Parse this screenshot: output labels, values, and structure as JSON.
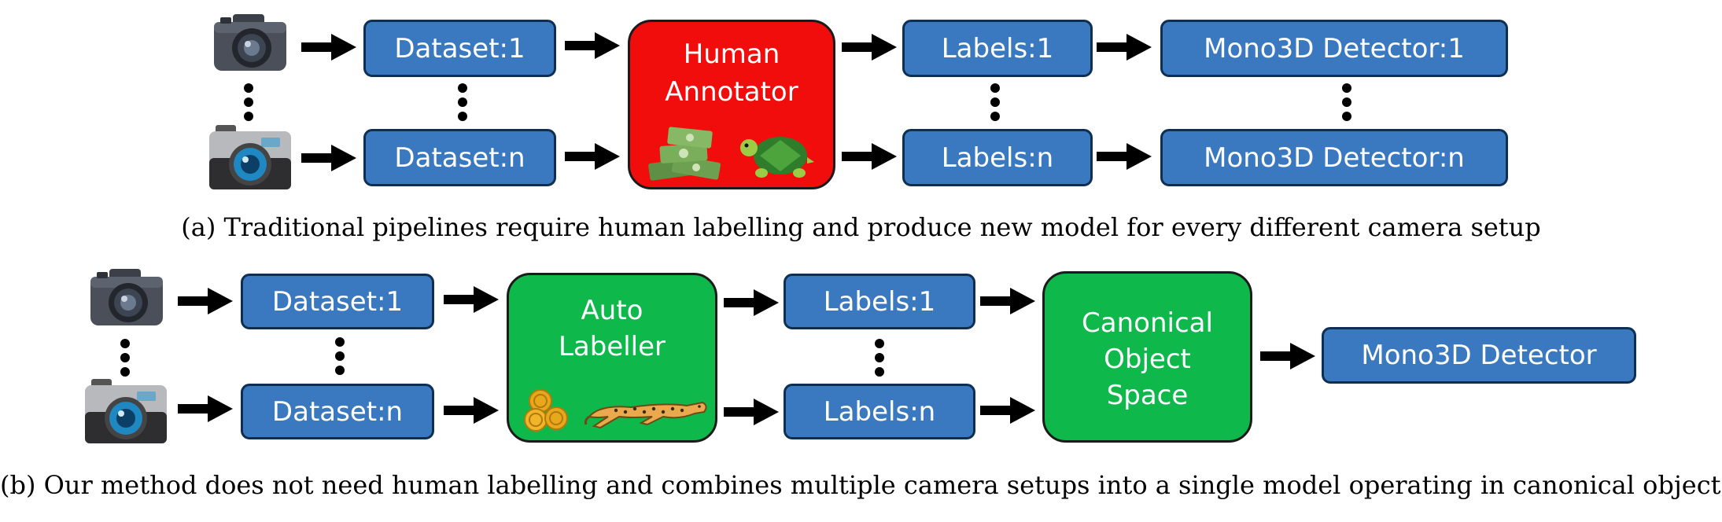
{
  "top_row": {
    "dataset_1": "Dataset:1",
    "dataset_n": "Dataset:n",
    "annotator_line1": "Human",
    "annotator_line2": "Annotator",
    "labels_1": "Labels:1",
    "labels_n": "Labels:n",
    "detector_1": "Mono3D Detector:1",
    "detector_n": "Mono3D Detector:n",
    "caption": "(a) Traditional pipelines require human labelling and produce new model for every different camera setup"
  },
  "bottom_row": {
    "dataset_1": "Dataset:1",
    "dataset_n": "Dataset:n",
    "labeller_line1": "Auto",
    "labeller_line2": "Labeller",
    "labels_1": "Labels:1",
    "labels_n": "Labels:n",
    "canonical_line1": "Canonical",
    "canonical_line2": "Object",
    "canonical_line3": "Space",
    "detector": "Mono3D Detector",
    "caption": "(b) Our method does not need human labelling and combines multiple camera setups into a single model operating in canonical object space"
  },
  "colors": {
    "process_box": "#3a79bf",
    "human_annotator": "#f20d0d",
    "auto_components": "#0fb84a",
    "arrow": "#000000"
  },
  "icons": [
    "camera-dark-icon",
    "camera-retro-icon",
    "money-stack-icon",
    "turtle-icon",
    "coins-icon",
    "cheetah-icon"
  ]
}
